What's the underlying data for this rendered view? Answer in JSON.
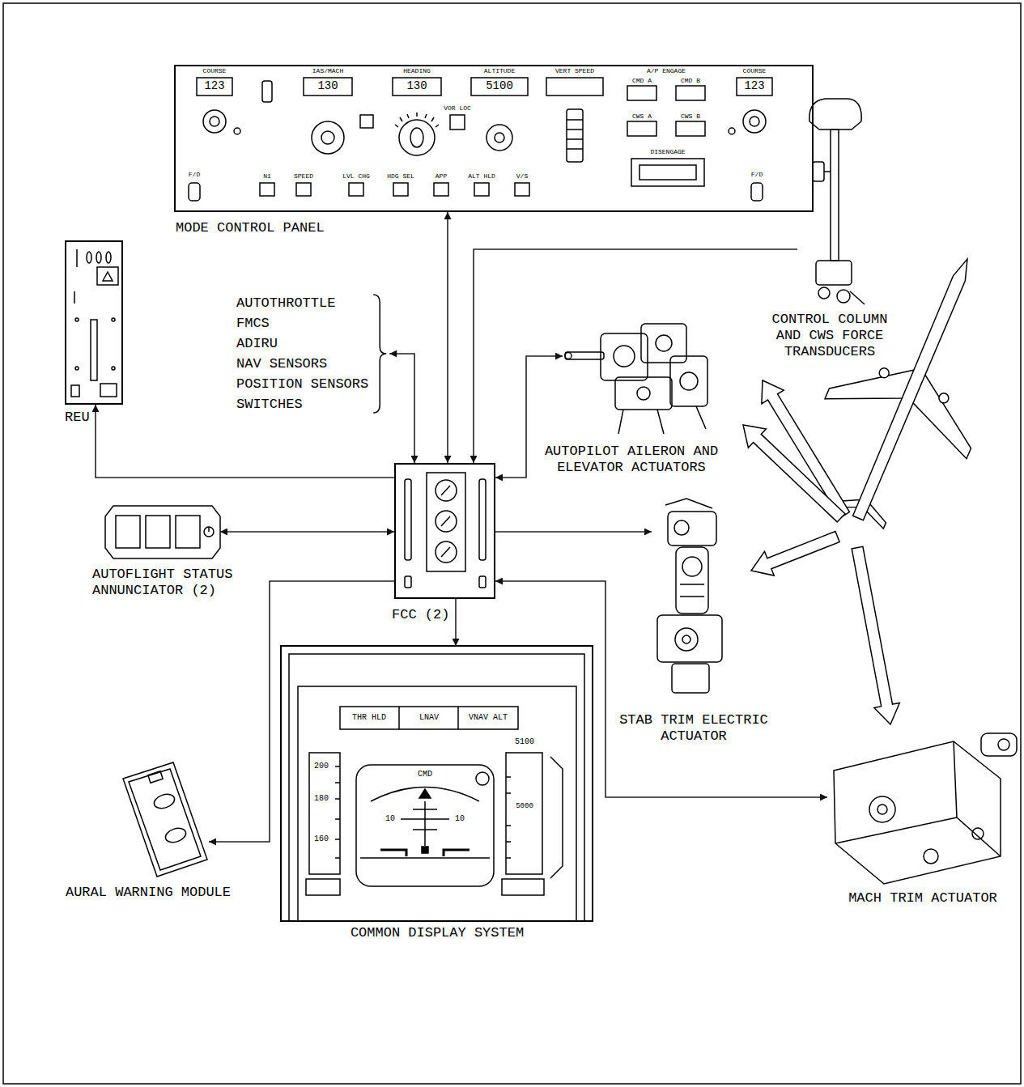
{
  "diagram": {
    "nodes": [
      {
        "text": [
          "MODE CONTROL PANEL"
        ]
      },
      {
        "text": [
          "REU"
        ]
      },
      {
        "text": [
          "AUTOTHROTTLE",
          "FMCS",
          "ADIRU",
          "NAV SENSORS",
          "POSITION SENSORS",
          "SWITCHES"
        ]
      },
      {
        "text": [
          "CONTROL COLUMN AND CWS FORCE TRANSDUCERS"
        ]
      },
      {
        "text": [
          "FCC (2)"
        ]
      },
      {
        "text": [
          "AUTOPILOT AILERON AND ELEVATOR ACTUATORS"
        ]
      },
      {
        "text": [
          "AUTOFLIGHT STATUS ANNUNCIATOR (2)"
        ]
      },
      {
        "text": [
          "STAB TRIM ELECTRIC ACTUATOR"
        ]
      },
      {
        "text": [
          "AURAL WARNING MODULE"
        ]
      },
      {
        "text": [
          "COMMON DISPLAY SYSTEM"
        ]
      },
      {
        "text": [
          "MACH TRIM ACTUATOR"
        ]
      }
    ],
    "edges": [
      {
        "from": 4,
        "to": 0,
        "arrow": "both"
      },
      {
        "from": 2,
        "to": 4,
        "arrow": "both"
      },
      {
        "from": 3,
        "to": 4,
        "arrow": "to"
      },
      {
        "from": 4,
        "to": 5,
        "arrow": "both"
      },
      {
        "from": 4,
        "to": 1,
        "arrow": "to"
      },
      {
        "from": 6,
        "to": 4,
        "arrow": "both"
      },
      {
        "from": 4,
        "to": 8,
        "arrow": "to"
      },
      {
        "from": 4,
        "to": 9,
        "arrow": "to"
      },
      {
        "from": 4,
        "to": 7,
        "arrow": "to"
      },
      {
        "from": 4,
        "to": 10,
        "arrow": "both"
      }
    ],
    "labels": [
      "COURSE",
      "123",
      "IAS/MACH",
      "130",
      "HEADING",
      "130",
      "ALTITUDE",
      "5100",
      "VERT SPEED",
      "A/P ENGAGE",
      "CMD A",
      "CMD B",
      "CWS A",
      "CWS B",
      "DISENGAGE",
      "COURSE",
      "123",
      "F/D",
      "N1",
      "SPEED",
      "LVL CHG",
      "HDG SEL",
      "APP",
      "ALT HLD",
      "V/S",
      "VOR LOC",
      "F/D",
      "THR HLD",
      "LNAV",
      "VNAV ALT",
      "5100",
      "200",
      "180",
      "160",
      "CMD",
      "10",
      "10",
      "5000"
    ]
  }
}
